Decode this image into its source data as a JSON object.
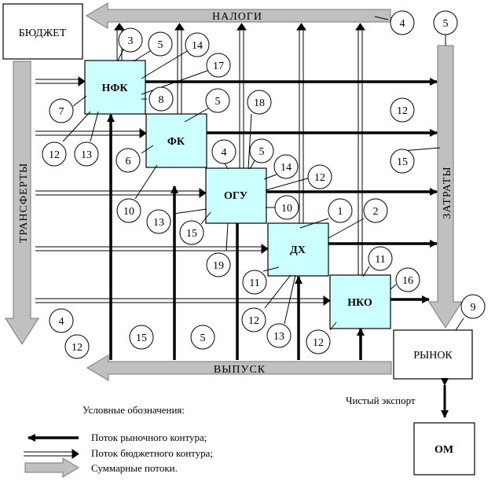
{
  "boxes": {
    "budget": "БЮДЖЕТ",
    "market": "РЫНОК",
    "om": "ОМ",
    "nfk": "НФК",
    "fk": "ФК",
    "ogu": "ОГУ",
    "dx": "ДХ",
    "nko": "НКО"
  },
  "flows": {
    "taxes": "НАЛОГИ",
    "transfers": "ТРАНСФЕРТЫ",
    "costs": "ЗАТРАТЫ",
    "output": "ВЫПУСК",
    "net_export": "Чистый экспорт"
  },
  "circles": [
    "4",
    "5",
    "3",
    "5",
    "14",
    "17",
    "7",
    "8",
    "5",
    "12",
    "13",
    "6",
    "18",
    "10",
    "4",
    "5",
    "14",
    "12",
    "13",
    "15",
    "10",
    "19",
    "1",
    "2",
    "11",
    "11",
    "16",
    "12",
    "13",
    "12",
    "12",
    "15",
    "5",
    "4",
    "12",
    "15",
    "9"
  ],
  "legend": {
    "title": "Условные обозначения:",
    "market_flow": "Поток рыночного контура;",
    "budget_flow": "Поток бюджетного контура;",
    "total_flow": "Суммарные потоки."
  },
  "colors": {
    "node_fill": "#ccffff",
    "gray_arrow": "#c0c0c0",
    "line": "#000000"
  }
}
